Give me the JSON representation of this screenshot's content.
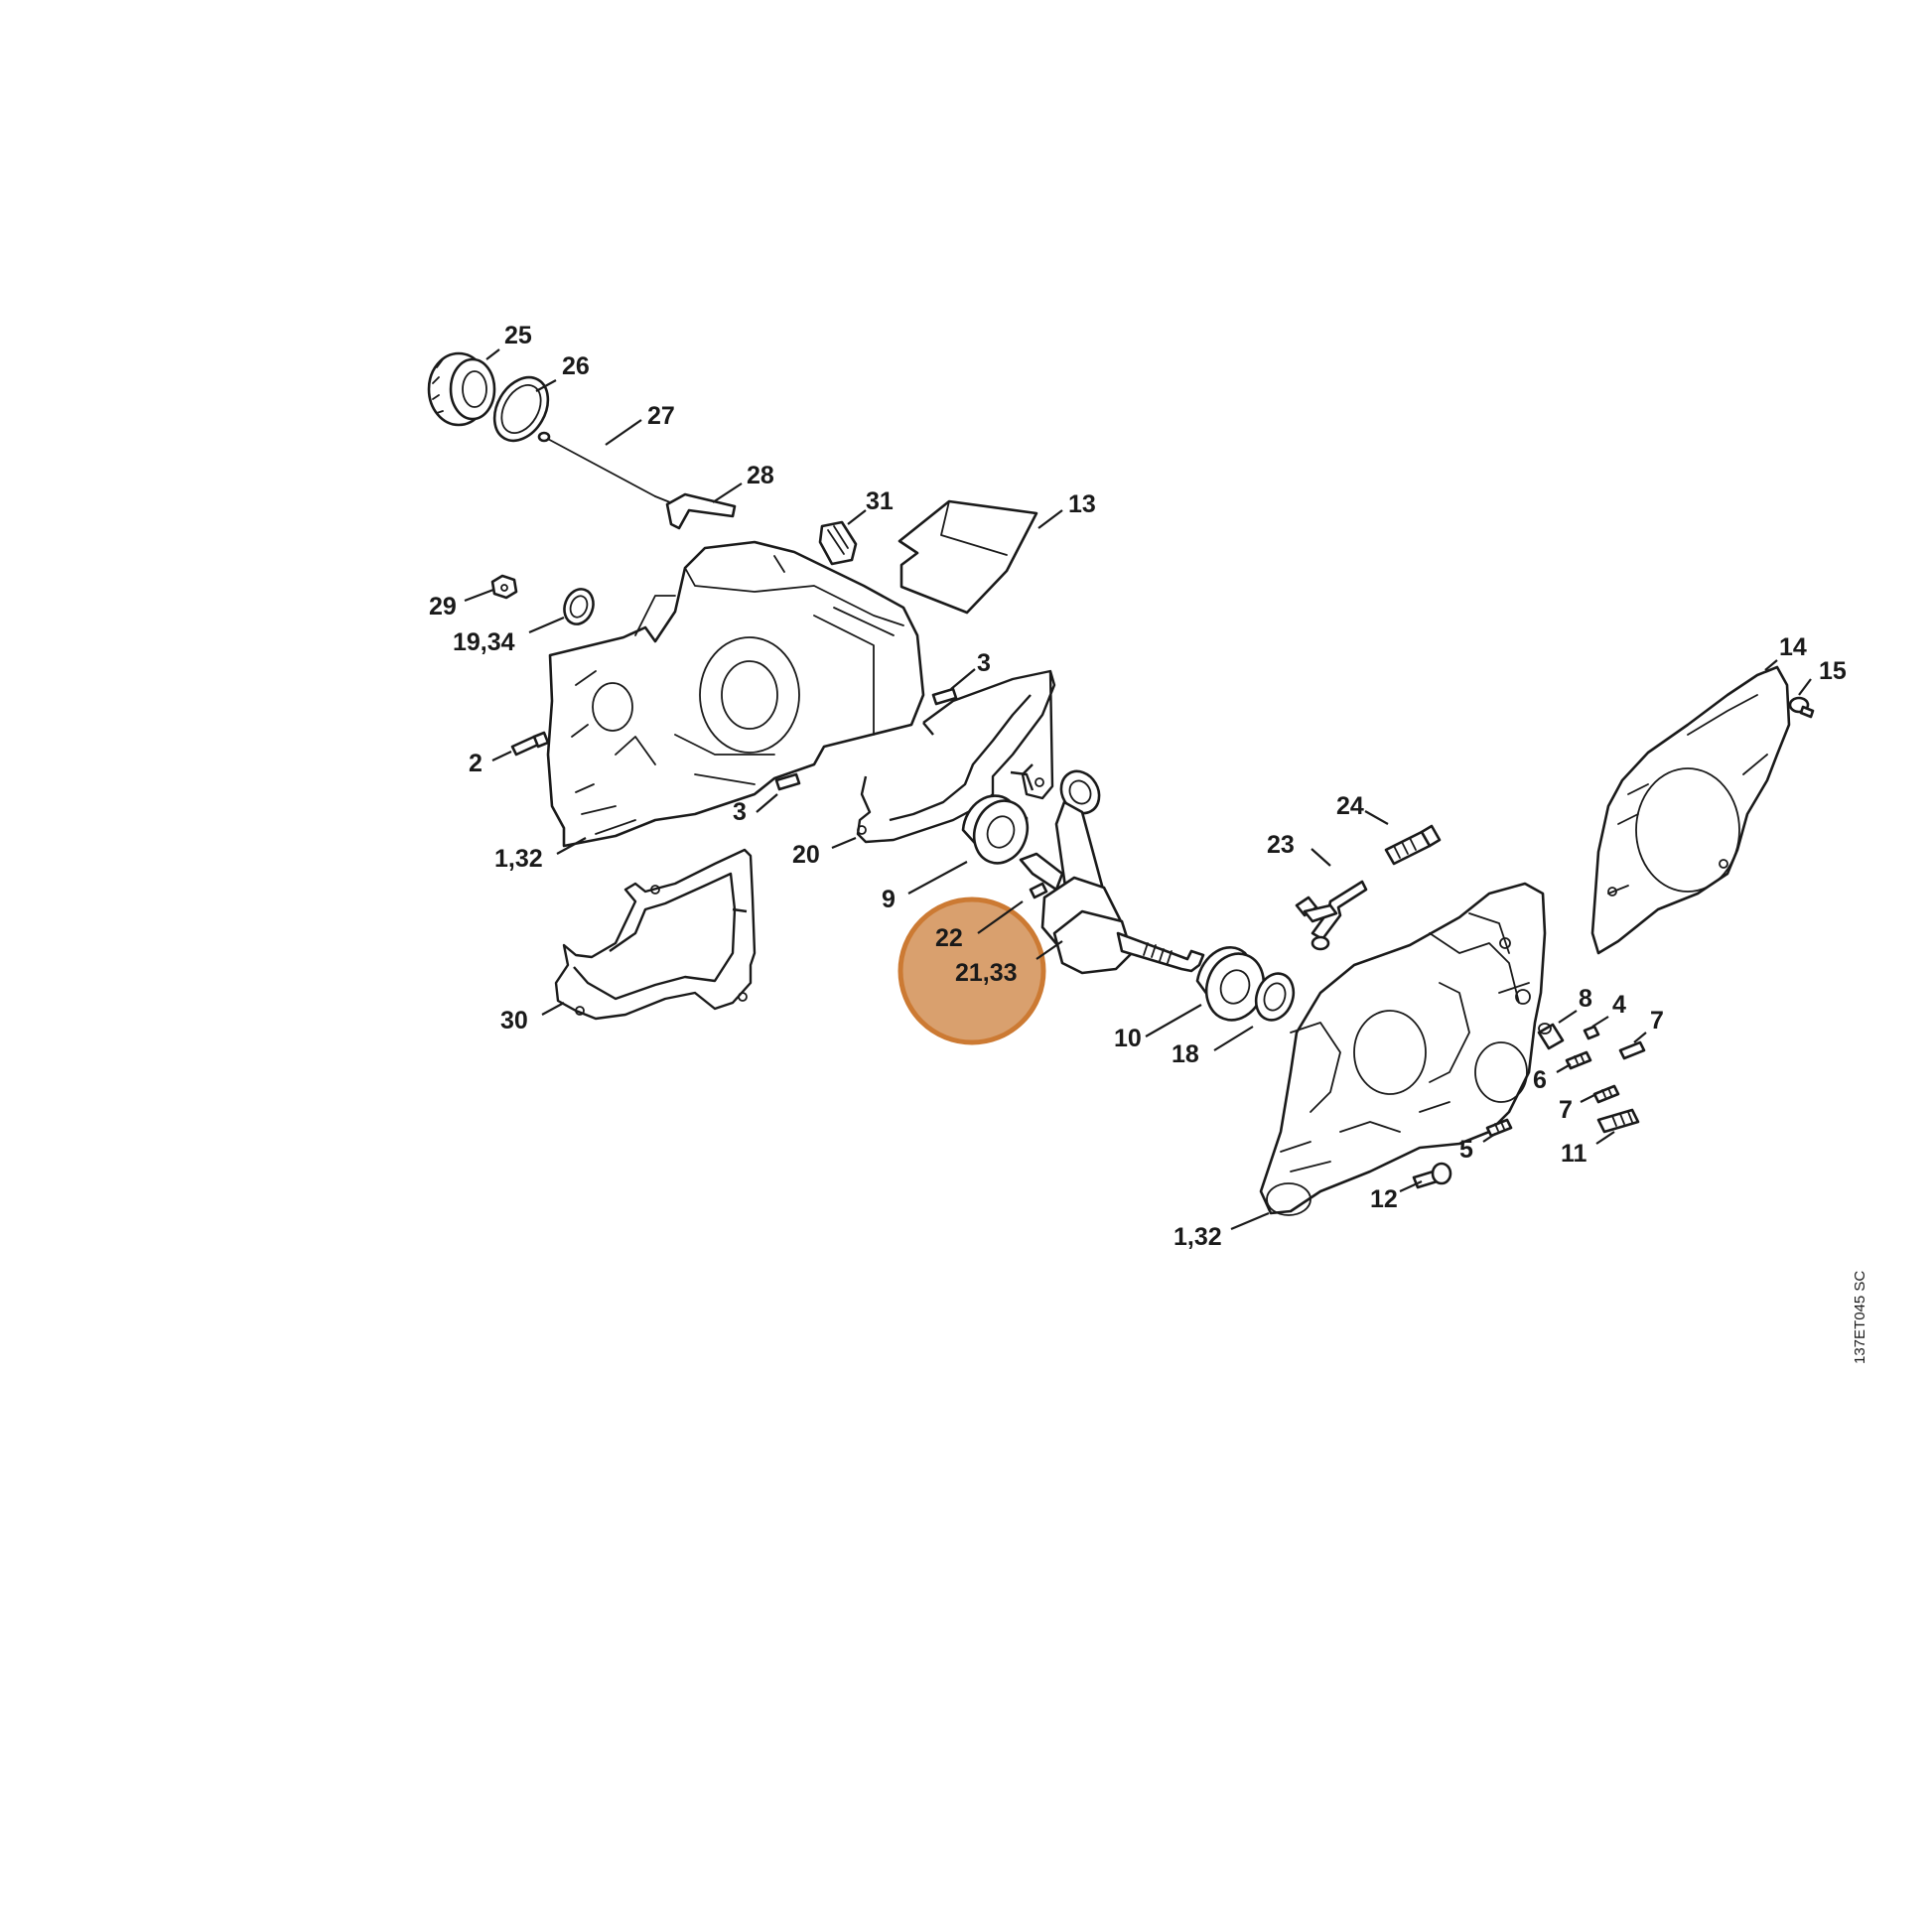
{
  "diagram": {
    "drawing_code": "137ET045 SC",
    "highlight_color": "#d9a06e",
    "highlight_stroke": "#cc7a33",
    "labels": {
      "p25": "25",
      "p26": "26",
      "p27": "27",
      "p28": "28",
      "p31": "31",
      "p13": "13",
      "p29": "29",
      "p19_34": "19,34",
      "p3_top": "3",
      "p2": "2",
      "p3_bottom": "3",
      "p1_32_left": "1,32",
      "p20": "20",
      "p9": "9",
      "p22": "22",
      "p21_33": "21,33",
      "p30": "30",
      "p10": "10",
      "p18": "18",
      "p24": "24",
      "p23": "23",
      "p14": "14",
      "p15": "15",
      "p8": "8",
      "p4": "4",
      "p7_top": "7",
      "p6": "6",
      "p7_bottom": "7",
      "p5": "5",
      "p11": "11",
      "p12": "12",
      "p1_32_right": "1,32"
    }
  }
}
